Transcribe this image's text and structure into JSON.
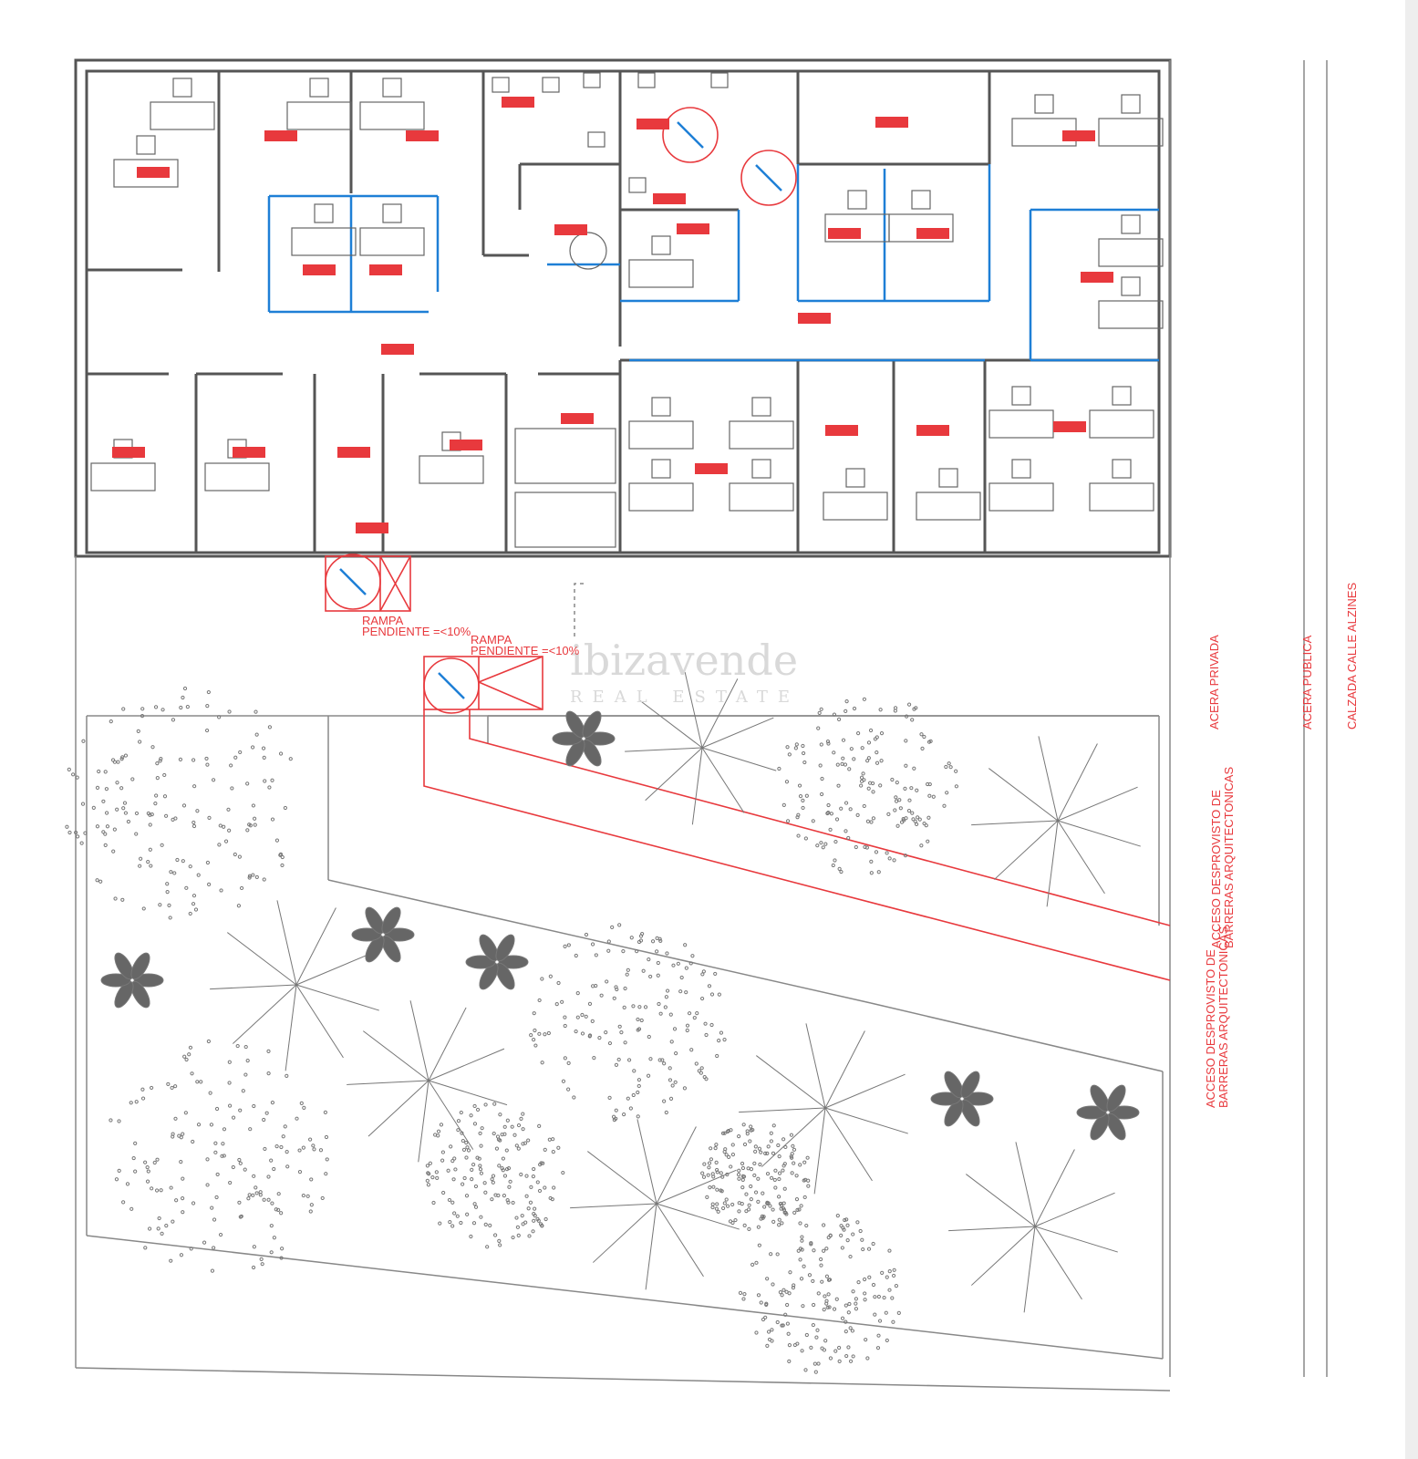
{
  "plan": {
    "ramps": [
      {
        "line1": "RAMPA",
        "line2": "PENDIENTE =<10%"
      },
      {
        "line1": "RAMPA",
        "line2": "PENDIENTE =<10%"
      }
    ],
    "labels": {
      "acera_privada": "ACERA PRIVADA",
      "acera_publica": "ACERA PUBLICA",
      "calzada": "CALZADA CALLE ALZINES",
      "acceso_1_line1": "ACCESO DESPROVISTO DE",
      "acceso_1_line2": "BARRERAS ARQUITECTONICAS",
      "acceso_2_line1": "ACCESO DESPROVISTO DE",
      "acceso_2_line2": "BARRERAS ARQUITECTONICAS"
    },
    "watermark": {
      "brand": "ibizavende",
      "sub": "REAL ESTATE"
    },
    "colors": {
      "wall": "#555555",
      "accessible": "#1e7fd6",
      "annotation": "#e8393d",
      "vegetation": "#777777"
    }
  }
}
